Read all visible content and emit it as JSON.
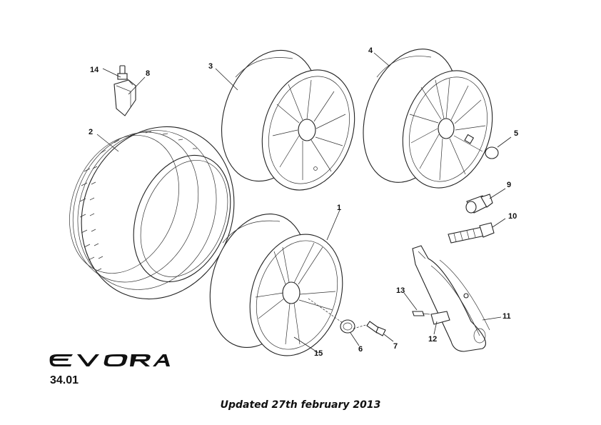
{
  "logo": {
    "text": "EVORA",
    "kind": "wordmark"
  },
  "page_number": "34.01",
  "footer_note": "Updated 27th february 2013",
  "callouts": [
    {
      "id": "1",
      "label": "1"
    },
    {
      "id": "2",
      "label": "2"
    },
    {
      "id": "3",
      "label": "3"
    },
    {
      "id": "4",
      "label": "4"
    },
    {
      "id": "5",
      "label": "5"
    },
    {
      "id": "6",
      "label": "6"
    },
    {
      "id": "7",
      "label": "7"
    },
    {
      "id": "8",
      "label": "8"
    },
    {
      "id": "9",
      "label": "9"
    },
    {
      "id": "10",
      "label": "10"
    },
    {
      "id": "11",
      "label": "11"
    },
    {
      "id": "12",
      "label": "12"
    },
    {
      "id": "13",
      "label": "13"
    },
    {
      "id": "14",
      "label": "14"
    },
    {
      "id": "15",
      "label": "15"
    }
  ]
}
